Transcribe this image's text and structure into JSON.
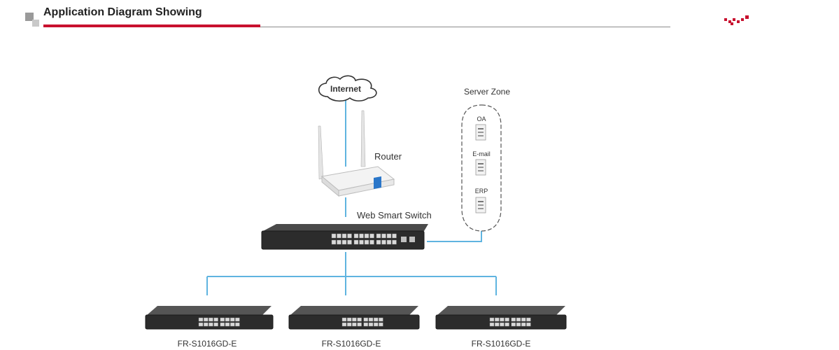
{
  "header": {
    "title": "Application Diagram Showing",
    "accent_color": "#c8102e"
  },
  "diagram": {
    "internet_label": "Internet",
    "router_label": "Router",
    "core_switch_label": "Web Smart Switch",
    "server_zone": {
      "title": "Server Zone",
      "servers": [
        {
          "label": "OA"
        },
        {
          "label": "E-mail"
        },
        {
          "label": "ERP"
        }
      ]
    },
    "access_switches": [
      {
        "label": "FR-S1016GD-E"
      },
      {
        "label": "FR-S1016GD-E"
      },
      {
        "label": "FR-S1016GD-E"
      }
    ],
    "link_color": "#5fb4e0"
  }
}
